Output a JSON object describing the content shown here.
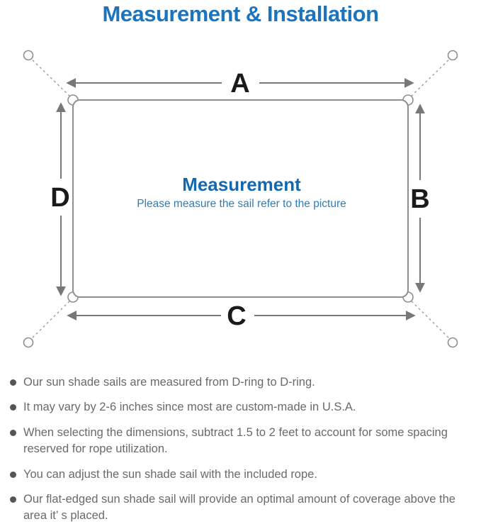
{
  "title": "Measurement & Installation",
  "diagram": {
    "side_labels": {
      "top": "A",
      "right": "B",
      "bottom": "C",
      "left": "D"
    },
    "center": {
      "heading": "Measurement",
      "subheading": "Please measure the sail refer to the picture"
    }
  },
  "notes": {
    "items": [
      "Our sun shade sails are measured from D-ring to D-ring.",
      "It may vary by 2-6 inches since most are custom-made in U.S.A.",
      "When selecting the dimensions, subtract 1.5 to 2 feet to account for some spacing reserved for rope utilization.",
      "You can adjust the sun shade sail with the included rope.",
      "Our flat-edged sun shade sail will provide an optimal amount of coverage above the area it’ s placed."
    ]
  },
  "colors": {
    "title_blue": "#1b74bc",
    "heading_blue": "#1468b0",
    "subheading_blue": "#2f7cb7",
    "outline_gray": "#8f8f8f",
    "arrow_gray": "#787878",
    "dash_gray": "#9a9a9a",
    "note_text_gray": "#6a6a6a",
    "bullet_dot_gray": "#555555",
    "label_black": "#1a1a1a",
    "background": "#ffffff"
  }
}
